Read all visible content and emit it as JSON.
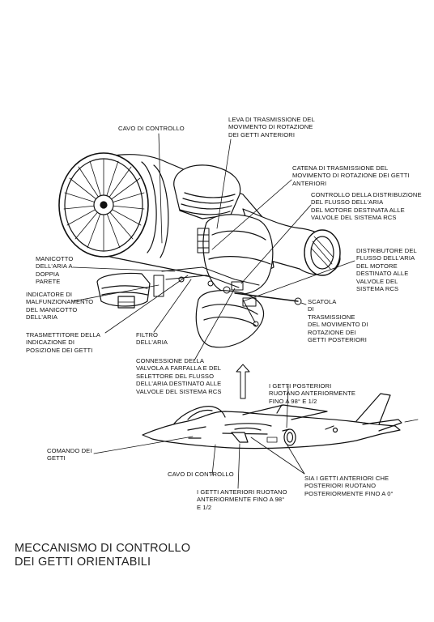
{
  "labels": {
    "cavo_controllo_top": "CAVO DI CONTROLLO",
    "leva_trasmissione": "LEVA DI TRASMISSIONE DEL\nMOVIMENTO DI ROTAZIONE\nDEI GETTI ANTERIORI",
    "catena_trasmissione": "CATENA DI TRASMISSIONE DEL\nMOVIMENTO DI ROTAZIONE DEI GETTI\nANTERIORI",
    "controllo_distribuzione": "CONTROLLO DELLA DISTRIBUZIONE\nDEL FLUSSO DELL'ARIA\nDEL MOTORE DESTINATA ALLE\nVALVOLE DEL SISTEMA RCS",
    "distributore": "DISTRIBUTORE DEL\nFLUSSO DELL'ARIA\nDEL MOTORE\nDESTINATO ALLE\nVALVOLE DEL\nSISTEMA RCS",
    "manicotto": "MANICOTTO\nDELL'ARIA A\nDOPPIA\nPARETE",
    "indicatore": "INDICATORE DI\nMALFUNZIONAMENTO\nDEL MANICOTTO\nDELL'ARIA",
    "scatola": "SCATOLA\nDI\nTRASMISSIONE\nDEL MOVIMENTO DI\nROTAZIONE DEI\nGETTI POSTERIORI",
    "trasmettitore": "TRASMETTITORE DELLA\nINDICAZIONE DI\nPOSIZIONE DEI GETTI",
    "filtro": "FILTRO\nDELL'ARIA",
    "connessione": "CONNESSIONE DELLA\nVALVOLA A FARFALLA E DEL\nSELETTORE DEL FLUSSO\nDELL'ARIA DESTINATO ALLE\nVALVOLE DEL SISTEMA RCS",
    "getti_posteriori": "I GETTI POSTERIORI\nRUOTANO ANTERIORMENTE\nFINO A 98° E 1/2",
    "comando_getti": "COMANDO DEI\nGETTI",
    "cavo_controllo_bottom": "CAVO DI CONTROLLO",
    "getti_anteriori": "I GETTI ANTERIORI RUOTANO\nANTERIORMENTE FINO A 98°\nE 1/2",
    "sia_getti": "SIA I GETTI ANTERIORI CHE\nPOSTERIORI RUOTANO\nPOSTERIORMENTE FINO A 0°"
  },
  "caption": "MECCANISMO DI CONTROLLO\nDEI GETTI ORIENTABILI",
  "colors": {
    "ink": "#111111",
    "background": "#ffffff"
  }
}
